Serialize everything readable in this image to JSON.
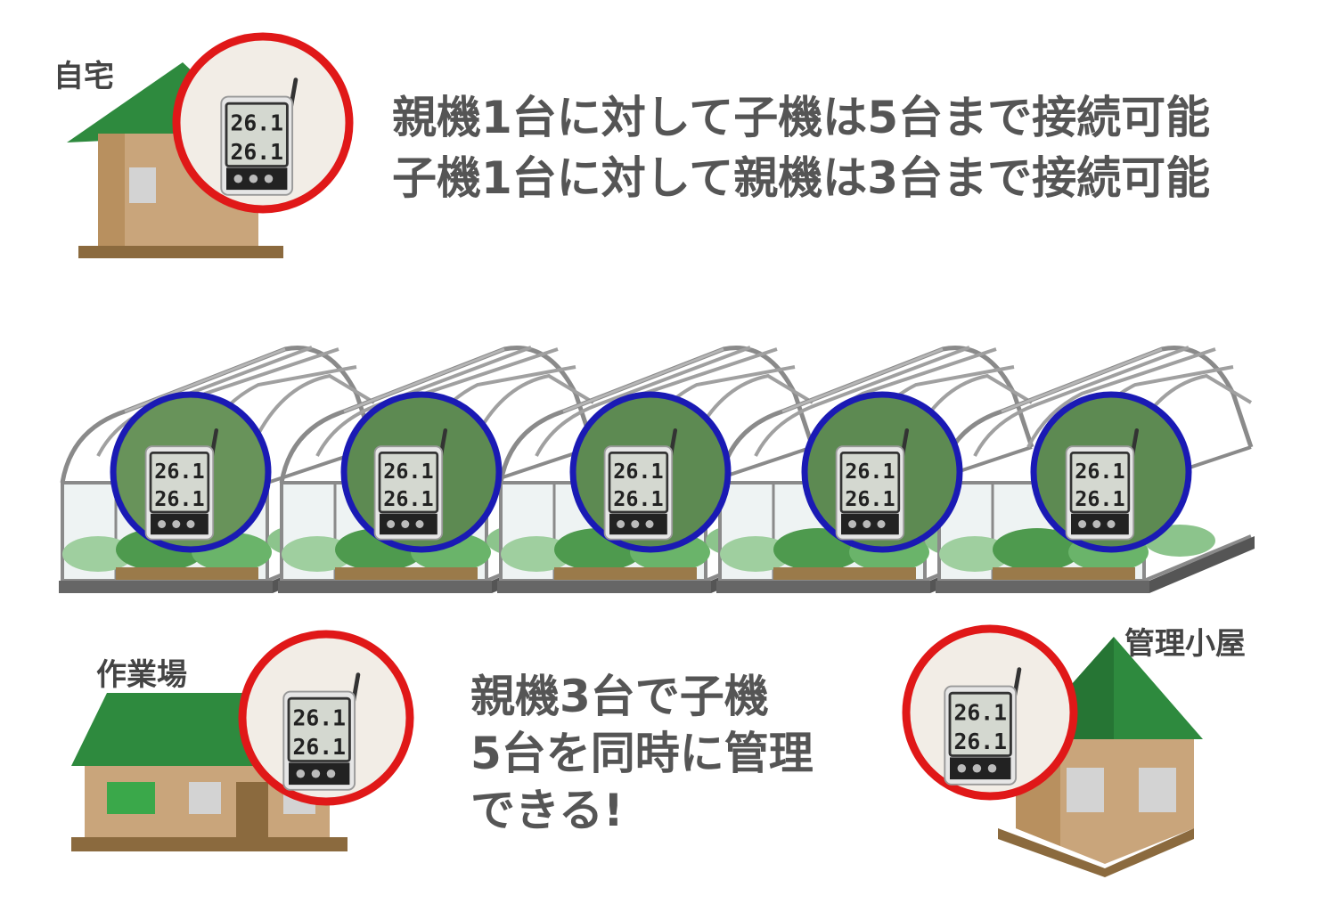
{
  "labels": {
    "home": "自宅",
    "workshop": "作業場",
    "hut": "管理小屋"
  },
  "messages": {
    "top_line1": "親機1台に対して子機は5台まで接続可能",
    "top_line2": "子機1台に対して親機は3台まで接続可能",
    "bottom_line1": "親機3台で子機",
    "bottom_line2": "5台を同時に管理",
    "bottom_line3": "できる!"
  },
  "device_display": {
    "reading_upper": "26.1",
    "reading_lower": "26.1"
  },
  "colors": {
    "parent_ring": "#e01818",
    "child_ring": "#1a1ab4",
    "roof_green": "#2e8a3e",
    "wall_brown": "#c9a57b",
    "text_gray": "#555555"
  },
  "icons": [
    "house-icon",
    "workshop-icon",
    "hut-icon",
    "greenhouse-icon",
    "thermometer-device-icon"
  ]
}
